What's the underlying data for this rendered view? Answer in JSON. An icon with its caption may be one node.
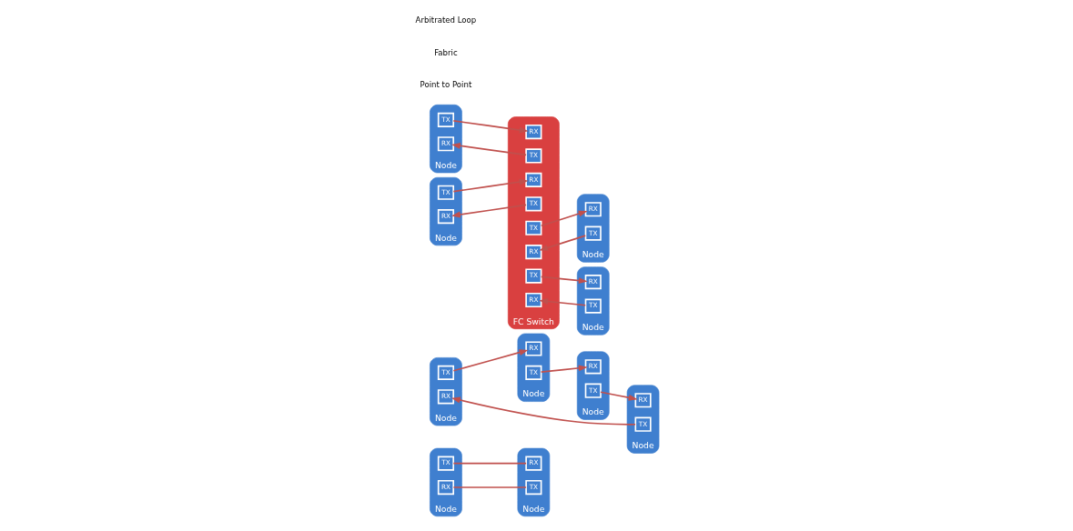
{
  "diagram": {
    "nodes": [
      {
        "text": [
          "Node"
        ]
      },
      {
        "text": [
          "TX"
        ],
        "in": 0
      },
      {
        "text": [
          "RX"
        ],
        "in": 0
      },
      {
        "text": [
          "Node"
        ]
      },
      {
        "text": [
          "RX"
        ],
        "in": 3
      },
      {
        "text": [
          "TX"
        ],
        "in": 3
      },
      {
        "text": [
          "Node"
        ]
      },
      {
        "text": [
          "TX"
        ],
        "in": 6
      },
      {
        "text": [
          "RX"
        ],
        "in": 6
      },
      {
        "text": [
          "Node"
        ]
      },
      {
        "text": [
          "RX"
        ],
        "in": 9
      },
      {
        "text": [
          "TX"
        ],
        "in": 9
      },
      {
        "text": [
          "Node"
        ]
      },
      {
        "text": [
          "TX"
        ],
        "in": 12
      },
      {
        "text": [
          "RX"
        ],
        "in": 12
      },
      {
        "text": [
          "Node"
        ]
      },
      {
        "text": [
          "RX"
        ],
        "in": 15
      },
      {
        "text": [
          "TX"
        ],
        "in": 15
      },
      {
        "text": [
          "Node"
        ]
      },
      {
        "text": [
          "TX"
        ],
        "in": 18
      },
      {
        "text": [
          "RX"
        ],
        "in": 18
      },
      {
        "text": [
          "Node"
        ]
      },
      {
        "text": [
          "TX"
        ],
        "in": 21
      },
      {
        "text": [
          "RX"
        ],
        "in": 21
      },
      {
        "text": [
          "FC Switch"
        ]
      },
      {
        "text": [
          "RX"
        ],
        "in": 24
      },
      {
        "text": [
          "TX"
        ],
        "in": 24
      },
      {
        "text": [
          "RX"
        ],
        "in": 24
      },
      {
        "text": [
          "TX"
        ],
        "in": 24
      },
      {
        "text": [
          "TX"
        ],
        "in": 24
      },
      {
        "text": [
          "RX"
        ],
        "in": 24
      },
      {
        "text": [
          "TX"
        ],
        "in": 24
      },
      {
        "text": [
          "RX"
        ],
        "in": 24
      },
      {
        "text": [
          "Node"
        ]
      },
      {
        "text": [
          "RX"
        ],
        "in": 33
      },
      {
        "text": [
          "TX"
        ],
        "in": 33
      },
      {
        "text": [
          "Node"
        ]
      },
      {
        "text": [
          "RX"
        ],
        "in": 36
      },
      {
        "text": [
          "TX"
        ],
        "in": 36
      }
    ],
    "edges": [
      {
        "from": 1,
        "to": 4,
        "arrow": "none"
      },
      {
        "from": 2,
        "to": 5,
        "arrow": "none"
      },
      {
        "from": 7,
        "to": 10,
        "arrow": "to"
      },
      {
        "from": 11,
        "to": 16,
        "arrow": "to"
      },
      {
        "from": 17,
        "to": 14,
        "arrow": "to"
      },
      {
        "from": 13,
        "to": 8,
        "arrow": "to"
      },
      {
        "from": 19,
        "to": 25,
        "arrow": "to"
      },
      {
        "from": 26,
        "to": 20,
        "arrow": "to"
      },
      {
        "from": 22,
        "to": 27,
        "arrow": "to"
      },
      {
        "from": 28,
        "to": 23,
        "arrow": "to"
      },
      {
        "from": 29,
        "to": 34,
        "arrow": "to"
      },
      {
        "from": 35,
        "to": 30,
        "arrow": "to"
      },
      {
        "from": 31,
        "to": 37,
        "arrow": "to"
      },
      {
        "from": 38,
        "to": 32,
        "arrow": "to"
      }
    ],
    "labels": [
      "Point to Point",
      "Fabric",
      "Arbitrated Loop"
    ]
  }
}
